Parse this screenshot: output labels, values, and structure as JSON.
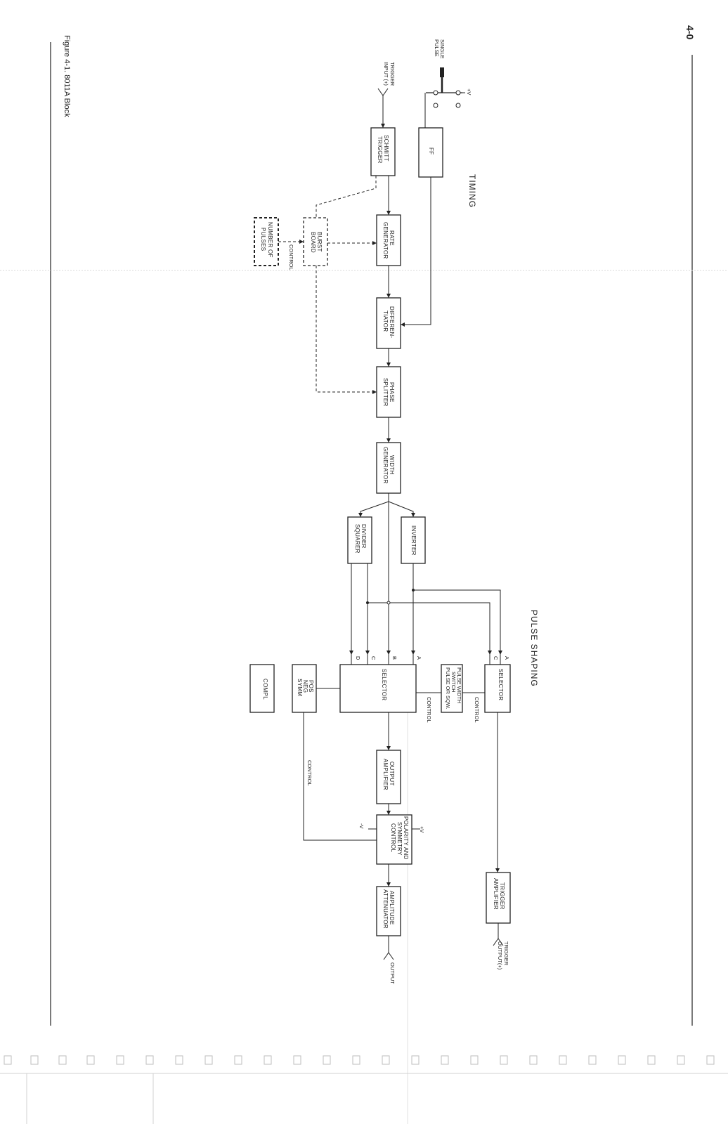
{
  "page_number": "4-0",
  "figure_caption": "Figure 4-1. 8011A Block",
  "sections": {
    "timing": "TIMING",
    "pulse_shaping": "PULSE SHAPING"
  },
  "inputs": {
    "single_pulse": [
      "SINGLE",
      "PULSE"
    ],
    "trigger_input": [
      "TRIGGER",
      "INPUT (+)"
    ],
    "plus_v": "+V"
  },
  "blocks": {
    "ff": [
      "FF"
    ],
    "schmitt_trigger": [
      "SCHMITT",
      "TRIGGER"
    ],
    "rate_generator": [
      "RATE",
      "GENERATOR"
    ],
    "burst_board": [
      "BURST",
      "BOARD"
    ],
    "number_of_pulses": [
      "NUMBER OF",
      "PULSES"
    ],
    "differentiator": [
      "DIFFEREN-",
      "TIATOR"
    ],
    "phase_splitter": [
      "PHASE",
      "SPLITTER"
    ],
    "width_generator": [
      "WIDTH",
      "GENERATOR"
    ],
    "divider_squarer": [
      "DIVIDER",
      "SQUARER"
    ],
    "inverter": [
      "INVERTER"
    ],
    "selector_main": [
      "SELECTOR"
    ],
    "selector_trigger": [
      "SELECTOR"
    ],
    "pulse_width_switch": [
      "PULSE WIDTH",
      "SWITCH",
      "PULSE OR SQW."
    ],
    "pos_neg_symm": [
      "POS",
      "NEG",
      "SYMM"
    ],
    "compl": [
      "COMPL"
    ],
    "output_amplifier": [
      "OUTPUT",
      "AMPLIFIER"
    ],
    "polarity_symmetry_control": [
      "POLARITY AND",
      "SYMMETRY",
      "CONTROL"
    ],
    "amplitude_attenuator": [
      "AMPLITUDE",
      "ATTENUATOR"
    ],
    "trigger_amplifier": [
      "TRIGGER",
      "AMPLIFIER"
    ]
  },
  "labels": {
    "control_burst": "CONTROL",
    "control_selector": "CONTROL",
    "control_trigger_sel": "CONTROL",
    "control_polarity": "CONTROL",
    "minus_v": "-V",
    "plus_v2": "+V",
    "output": "OUTPUT",
    "trigger_output": [
      "TRIGGER",
      "OUTPUT(+)"
    ],
    "port_a": "A",
    "port_b": "B",
    "port_c": "C",
    "port_d": "D",
    "port_a2": "A",
    "port_c2": "C"
  }
}
